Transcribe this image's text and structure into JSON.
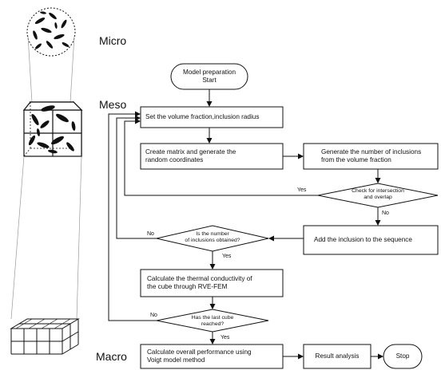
{
  "scale_labels": {
    "micro": "Micro",
    "meso": "Meso",
    "macro": "Macro"
  },
  "nodes": {
    "start": "Model preparation\nStart",
    "set_volume": "Set the volume fraction,inclusion radius",
    "create_matrix": "Create matrix and generate the\nrandom coordinates",
    "generate_number": "Generate the number of inclusions\nfrom the volume fraction",
    "check_intersection": "Check for intersection\nand overlap",
    "add_inclusion": "Add the inclusion to the sequence",
    "number_obtained": "Is the number\nof inclusions obtained?",
    "calc_thermal": "Calculate the thermal conductivity of\nthe cube through RVE-FEM",
    "last_cube": "Has the last cube\nreached?",
    "overall": "Calculate overall performance using\nVoigt model method",
    "result": "Result analysis",
    "stop": "Stop"
  },
  "edge_labels": {
    "check_yes": "Yes",
    "check_no": "No",
    "obtained_no": "No",
    "obtained_yes": "Yes",
    "last_no": "No",
    "last_yes": "Yes"
  },
  "colors": {
    "ink": "#111111",
    "guide": "#9a9a9a"
  }
}
